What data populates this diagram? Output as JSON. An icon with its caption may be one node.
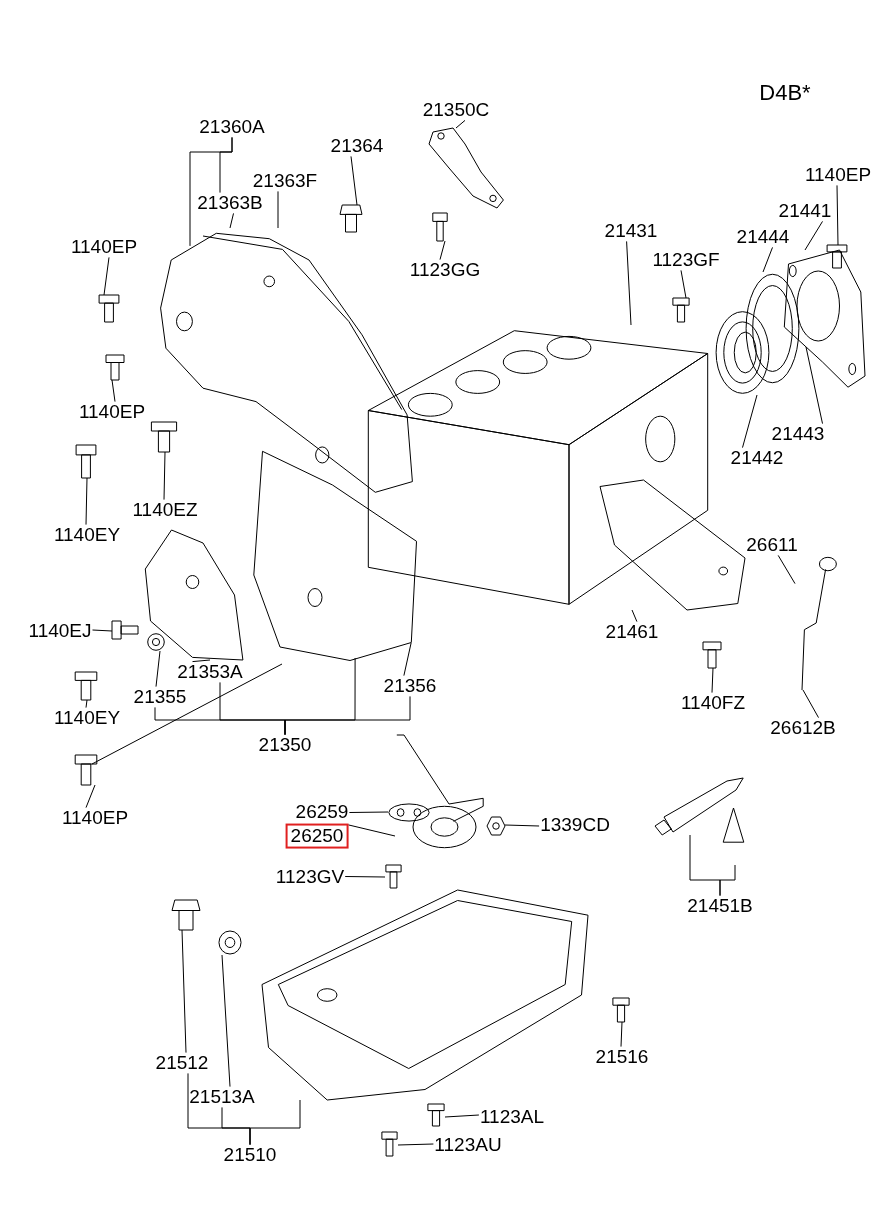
{
  "diagram": {
    "nodes": [
      {
        "text": [
          "21360A"
        ]
      },
      {
        "text": [
          "21363B"
        ]
      },
      {
        "text": [
          "21363F"
        ]
      },
      {
        "text": [],
        "shape": "picture"
      },
      {
        "text": [
          "21364"
        ]
      },
      {
        "text": [],
        "shape": "picture"
      },
      {
        "text": [
          "21350C"
        ]
      },
      {
        "text": [],
        "shape": "picture"
      },
      {
        "text": [
          "1123GG"
        ]
      },
      {
        "text": [],
        "shape": "picture"
      },
      {
        "text": [
          "21431"
        ]
      },
      {
        "text": [],
        "shape": "picture"
      },
      {
        "text": [
          "1123GF"
        ]
      },
      {
        "text": [],
        "shape": "picture"
      },
      {
        "text": [
          "1140EP"
        ]
      },
      {
        "text": [],
        "shape": "picture"
      },
      {
        "text": [
          "21441"
        ]
      },
      {
        "text": [],
        "shape": "picture"
      },
      {
        "text": [
          "21444"
        ]
      },
      {
        "text": [],
        "shape": "picture"
      },
      {
        "text": [
          "21442"
        ]
      },
      {
        "text": [],
        "shape": "picture"
      },
      {
        "text": [
          "21443"
        ]
      },
      {
        "text": [
          "1140EP"
        ]
      },
      {
        "text": [],
        "shape": "picture"
      },
      {
        "text": [
          "1140EP"
        ]
      },
      {
        "text": [],
        "shape": "picture"
      },
      {
        "text": [
          "1140EZ"
        ]
      },
      {
        "text": [],
        "shape": "picture"
      },
      {
        "text": [
          "1140EY"
        ]
      },
      {
        "text": [],
        "shape": "picture"
      },
      {
        "text": [],
        "shape": "picture"
      },
      {
        "text": [
          "1140EJ"
        ]
      },
      {
        "text": [],
        "shape": "picture"
      },
      {
        "text": [
          "21353A"
        ]
      },
      {
        "text": [],
        "shape": "picture"
      },
      {
        "text": [
          "21355"
        ]
      },
      {
        "text": [],
        "shape": "picture"
      },
      {
        "text": [
          "21356"
        ]
      },
      {
        "text": [
          "21350"
        ]
      },
      {
        "text": [
          "1140EY"
        ]
      },
      {
        "text": [],
        "shape": "picture"
      },
      {
        "text": [
          "1140EP"
        ]
      },
      {
        "text": [],
        "shape": "picture"
      },
      {
        "text": [
          "21461"
        ]
      },
      {
        "text": [],
        "shape": "picture"
      },
      {
        "text": [
          "26611"
        ]
      },
      {
        "text": [],
        "shape": "picture"
      },
      {
        "text": [
          "26612B"
        ]
      },
      {
        "text": [
          "1140FZ"
        ]
      },
      {
        "text": [],
        "shape": "picture"
      },
      {
        "text": [
          "26259"
        ]
      },
      {
        "text": [],
        "shape": "picture"
      },
      {
        "text": [
          "26250"
        ]
      },
      {
        "text": [],
        "shape": "picture"
      },
      {
        "text": [
          "1339CD"
        ]
      },
      {
        "text": [],
        "shape": "picture"
      },
      {
        "text": [
          "1123GV"
        ]
      },
      {
        "text": [],
        "shape": "picture"
      },
      {
        "text": [
          "21451B"
        ]
      },
      {
        "text": [],
        "shape": "picture"
      },
      {
        "text": [],
        "shape": "picture"
      },
      {
        "text": [
          "21512"
        ]
      },
      {
        "text": [],
        "shape": "picture"
      },
      {
        "text": [
          "21513A"
        ]
      },
      {
        "text": [],
        "shape": "picture"
      },
      {
        "text": [
          "21510"
        ]
      },
      {
        "text": [],
        "shape": "picture"
      },
      {
        "text": [
          "21516"
        ]
      },
      {
        "text": [],
        "shape": "picture"
      },
      {
        "text": [
          "1123AL"
        ]
      },
      {
        "text": [],
        "shape": "picture"
      },
      {
        "text": [
          "1123AU"
        ]
      },
      {
        "text": [],
        "shape": "picture"
      }
    ],
    "edges": [
      {
        "from": 0,
        "to": 3,
        "arrow": "none"
      },
      {
        "from": 0,
        "to": 1,
        "arrow": "none"
      },
      {
        "from": 1,
        "to": 3,
        "arrow": "none"
      },
      {
        "from": 2,
        "to": 3,
        "arrow": "none"
      },
      {
        "from": 4,
        "to": 5,
        "arrow": "none"
      },
      {
        "from": 6,
        "to": 7,
        "arrow": "none"
      },
      {
        "from": 8,
        "to": 9,
        "arrow": "none"
      },
      {
        "from": 10,
        "to": 11,
        "arrow": "none"
      },
      {
        "from": 12,
        "to": 13,
        "arrow": "none"
      },
      {
        "from": 14,
        "to": 15,
        "arrow": "none"
      },
      {
        "from": 16,
        "to": 17,
        "arrow": "none"
      },
      {
        "from": 18,
        "to": 19,
        "arrow": "none"
      },
      {
        "from": 20,
        "to": 21,
        "arrow": "none"
      },
      {
        "from": 22,
        "to": 17,
        "arrow": "none"
      },
      {
        "from": 23,
        "to": 24,
        "arrow": "none"
      },
      {
        "from": 25,
        "to": 26,
        "arrow": "none"
      },
      {
        "from": 27,
        "to": 28,
        "arrow": "none"
      },
      {
        "from": 29,
        "to": 30,
        "arrow": "none"
      },
      {
        "from": 32,
        "to": 33,
        "arrow": "none"
      },
      {
        "from": 34,
        "to": 35,
        "arrow": "none"
      },
      {
        "from": 36,
        "to": 37,
        "arrow": "none"
      },
      {
        "from": 38,
        "to": 31,
        "arrow": "none"
      },
      {
        "from": 39,
        "to": 34,
        "arrow": "none"
      },
      {
        "from": 39,
        "to": 31,
        "arrow": "none"
      },
      {
        "from": 39,
        "to": 38,
        "arrow": "none"
      },
      {
        "from": 40,
        "to": 41,
        "arrow": "none"
      },
      {
        "from": 42,
        "to": 43,
        "arrow": "none"
      },
      {
        "from": 44,
        "to": 45,
        "arrow": "none"
      },
      {
        "from": 46,
        "to": 47,
        "arrow": "none"
      },
      {
        "from": 48,
        "to": 47,
        "arrow": "none"
      },
      {
        "from": 49,
        "to": 50,
        "arrow": "none"
      },
      {
        "from": 51,
        "to": 52,
        "arrow": "none"
      },
      {
        "from": 53,
        "to": 54,
        "arrow": "none"
      },
      {
        "from": 55,
        "to": 56,
        "arrow": "none"
      },
      {
        "from": 57,
        "to": 58,
        "arrow": "none"
      },
      {
        "from": 59,
        "to": 60,
        "arrow": "none"
      },
      {
        "from": 59,
        "to": 61,
        "arrow": "none"
      },
      {
        "from": 62,
        "to": 63,
        "arrow": "none"
      },
      {
        "from": 64,
        "to": 65,
        "arrow": "none"
      },
      {
        "from": 66,
        "to": 62,
        "arrow": "none"
      },
      {
        "from": 66,
        "to": 64,
        "arrow": "none"
      },
      {
        "from": 66,
        "to": 67,
        "arrow": "none"
      },
      {
        "from": 68,
        "to": 69,
        "arrow": "none"
      },
      {
        "from": 70,
        "to": 71,
        "arrow": "none"
      },
      {
        "from": 72,
        "to": 73,
        "arrow": "none"
      },
      {
        "from": 39,
        "to": 36,
        "arrow": "none"
      }
    ],
    "labels": [
      "D4B*"
    ]
  }
}
